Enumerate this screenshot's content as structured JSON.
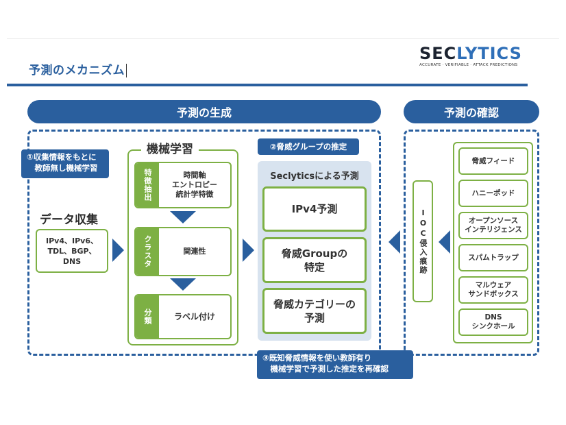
{
  "header": {
    "title": "予測のメカニズム",
    "logo": {
      "word_dark": "SEC",
      "word_blue": "LYTICS",
      "tagline": "ACCURATE · VERIFIABLE · ATTACK PREDICTIONS"
    }
  },
  "sections": {
    "generation": {
      "label": "予測の生成"
    },
    "confirmation": {
      "label": "予測の確認"
    }
  },
  "steps": {
    "step1": "①収集情報をもとに\n　教師無し機械学習",
    "step2": "②脅威グループの推定",
    "step3": "③既知脅威情報を使い教師有り\n　機械学習で予測した推定を再確認"
  },
  "data_collection": {
    "title": "データ収集",
    "sources": "IPv4、IPv6、\nTDL、BGP、\nDNS"
  },
  "machine_learning": {
    "title": "機械学習",
    "stages": [
      {
        "tag": "特徴抽出",
        "content": "時間軸\nエントロピー\n統計学特徴"
      },
      {
        "tag": "クラスタ",
        "content": "関連性"
      },
      {
        "tag": "分類",
        "content": "ラベル付け"
      }
    ]
  },
  "prediction": {
    "title": "Seclyticsによる予測",
    "items": [
      "IPv4予測",
      "脅威Groupの\n特定",
      "脅威カテゴリーの\n予測"
    ]
  },
  "ioc": {
    "label": "IOC侵入痕跡"
  },
  "intel_sources": [
    "脅威フィード",
    "ハニーポッド",
    "オープンソース\nインテリジェンス",
    "スパムトラップ",
    "マルウェア\nサンドボックス",
    "DNS\nシンクホール"
  ],
  "colors": {
    "brand_blue": "#2a5f9e",
    "accent_green": "#7db044",
    "panel_blue": "#d8e3ef"
  }
}
